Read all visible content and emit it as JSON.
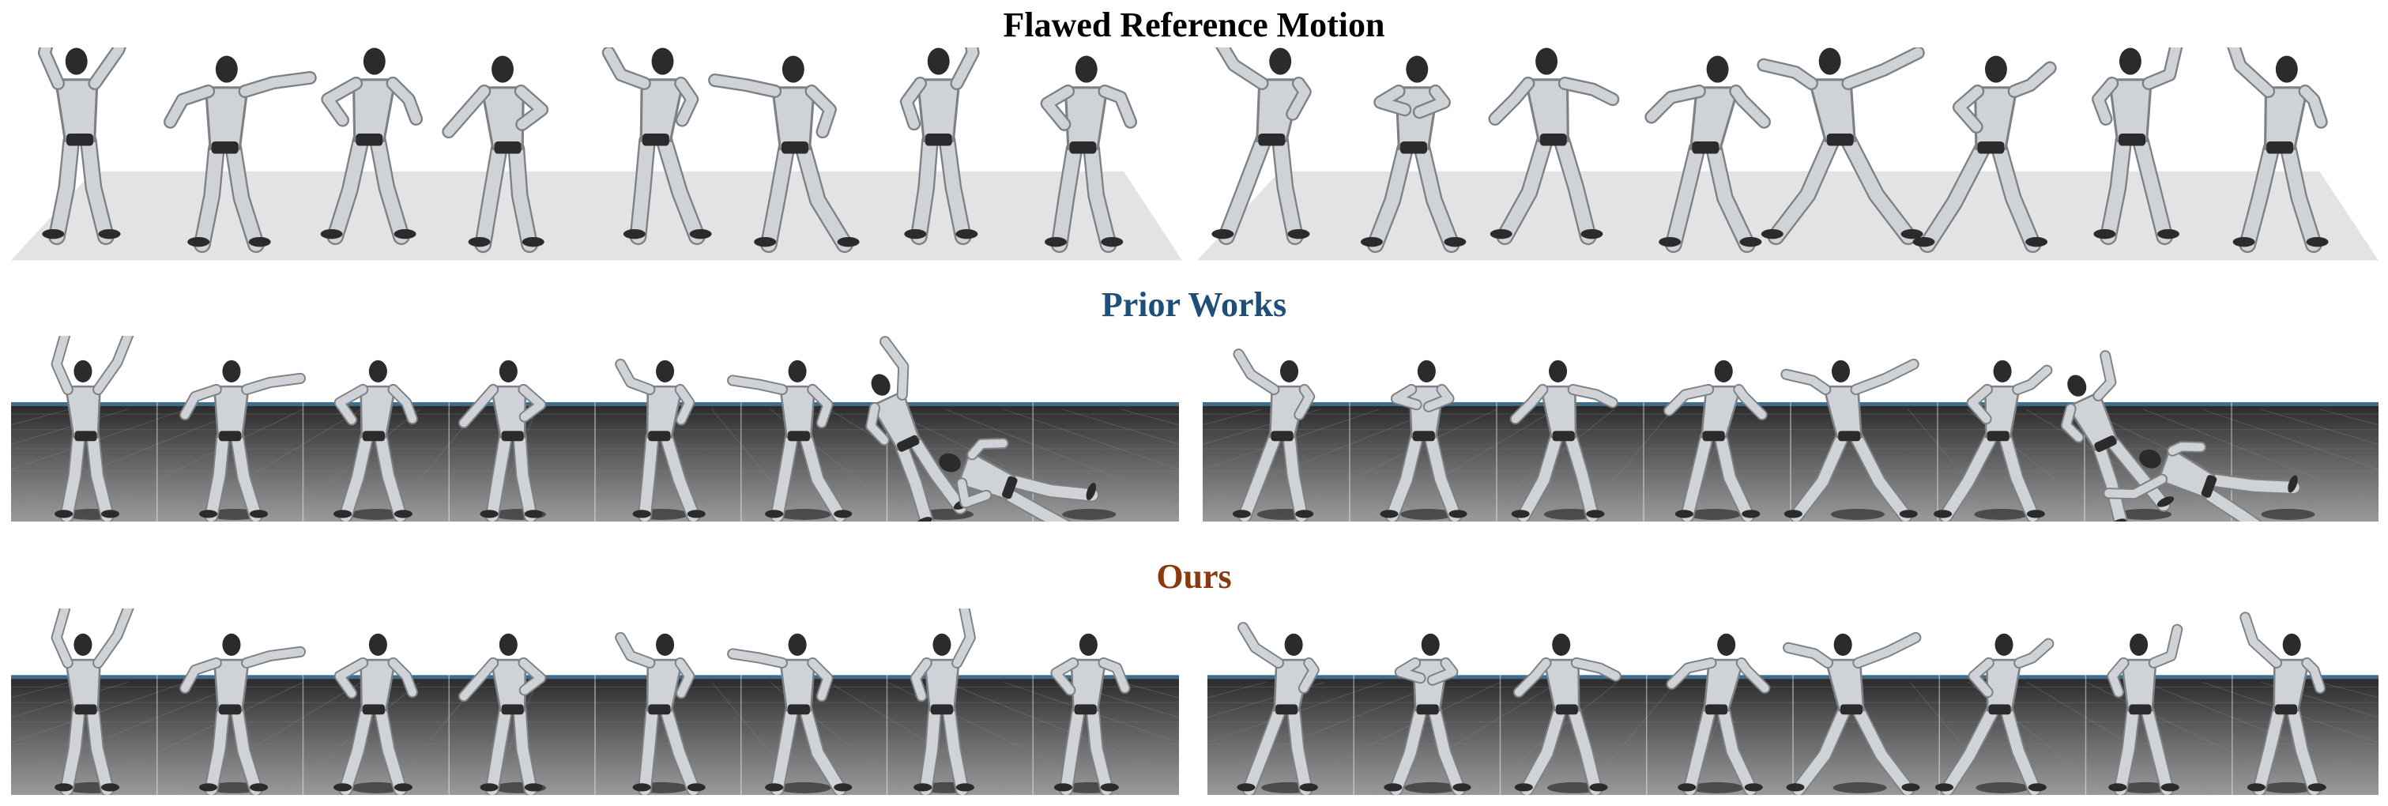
{
  "rows": {
    "reference": {
      "title": "Flawed Reference Motion",
      "color": "#000000"
    },
    "prior": {
      "title": "Prior Works",
      "color": "#1f4e79"
    },
    "ours": {
      "title": "Ours",
      "color": "#8b3a0f"
    }
  },
  "colors": {
    "reference_floor": "#e3e3e3",
    "sim_sky": "#ffffff",
    "sim_horizon": "#3d6d8a",
    "sim_ground_near": "#2a2a2a",
    "sim_ground_far": "#9a9a9a",
    "robot_body": "#cfd2d6",
    "robot_dark": "#2b2b2b"
  },
  "icons": {
    "figure": "humanoid-robot-icon"
  }
}
